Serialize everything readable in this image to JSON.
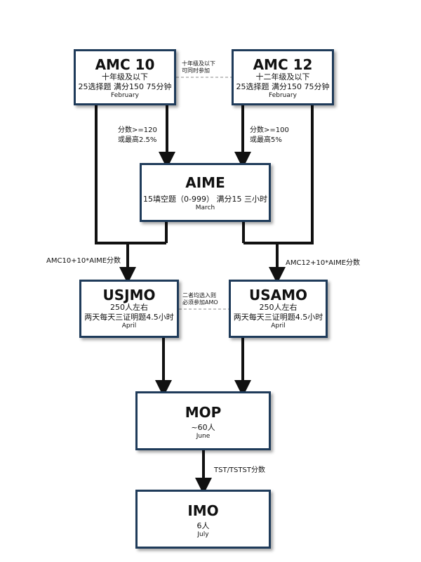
{
  "boxes": {
    "amc10": {
      "title": "AMC 10",
      "line1": "十年级及以下",
      "line2": "25选择题 满分150 75分钟",
      "month": "February"
    },
    "amc12": {
      "title": "AMC 12",
      "line1": "十二年级及以下",
      "line2": "25选择题 满分150 75分钟",
      "month": "February"
    },
    "aime": {
      "title": "AIME",
      "line1": "15填空题（0-999） 满分15 三小时",
      "month": "March"
    },
    "usjmo": {
      "title": "USJMO",
      "line1": "250人左右",
      "line2": "两天每天三证明题4.5小时",
      "month": "April"
    },
    "usamo": {
      "title": "USAMO",
      "line1": "250人左右",
      "line2": "两天每天三证明题4.5小时",
      "month": "April"
    },
    "mop": {
      "title": "MOP",
      "line1": "~60人",
      "month": "June"
    },
    "imo": {
      "title": "IMO",
      "line1": "6人",
      "month": "July"
    }
  },
  "notes": {
    "amc_link_1": "十年级及以下",
    "amc_link_2": "可同时参加",
    "jmo_link_1": "二者均选入则",
    "jmo_link_2": "必须参加AMO"
  },
  "labels": {
    "amc10_cut_1": "分数>=120",
    "amc10_cut_2": "或最高2.5%",
    "amc12_cut_1": "分数>=100",
    "amc12_cut_2": "或最高5%",
    "index10": "AMC10+10*AIME分数",
    "index12": "AMC12+10*AIME分数",
    "tst": "TST/TSTST分数"
  }
}
